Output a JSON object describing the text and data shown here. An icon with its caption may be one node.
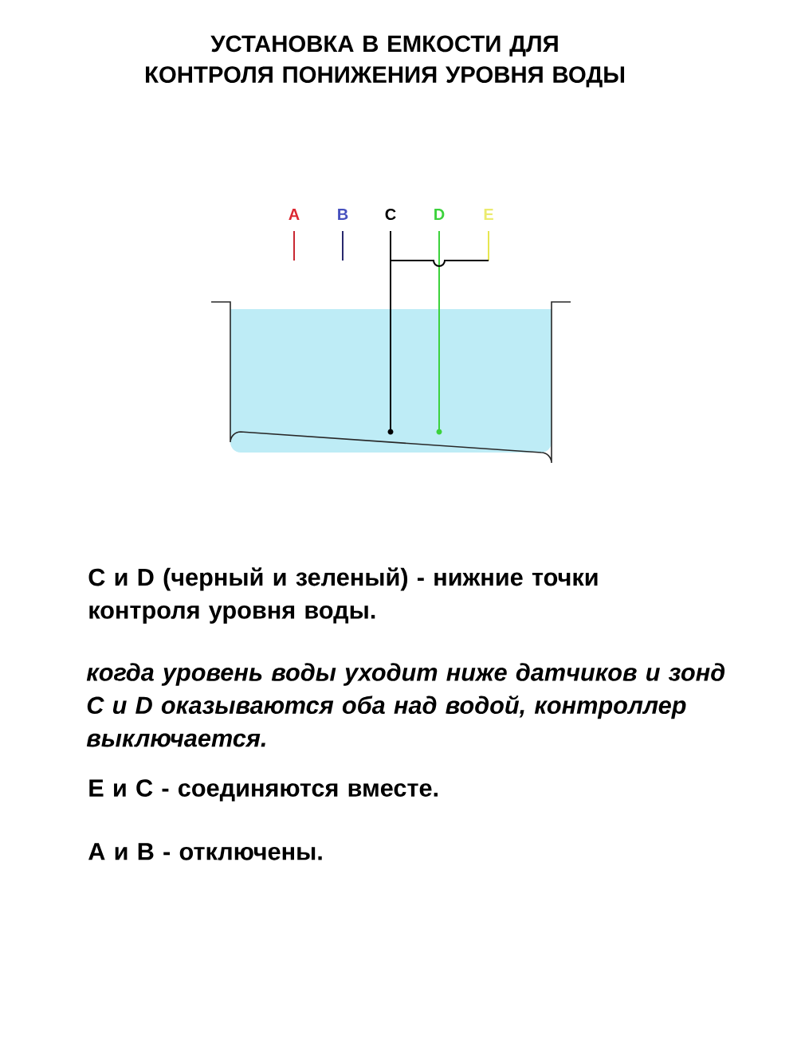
{
  "diagram": {
    "title": "УСТАНОВКА В ЕМКОСТИ ДЛЯ КОНТРОЛЯ ПОНИЖЕНИЯ УРОВНЯ ВОДЫ",
    "labels": [
      "A",
      "B",
      "C",
      "D",
      "E",
      "C и D (черный и зеленый) - нижние точки контроля уровня воды.",
      "когда уровень воды уходит ниже датчиков и зонд C и D оказываются оба над водой, контроллер выключается.",
      "E и C - соединяются вместе.",
      "A и B - отключены."
    ]
  }
}
